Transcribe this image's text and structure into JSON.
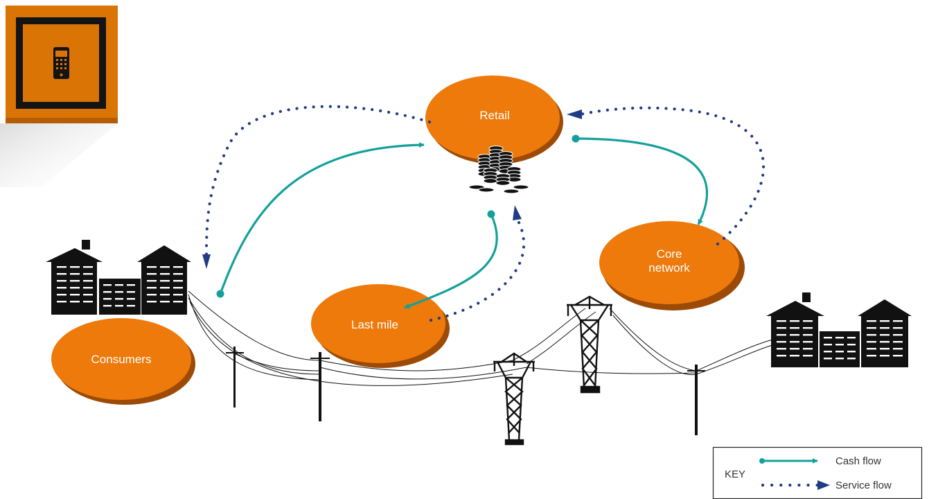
{
  "nodes": {
    "retail": "Retail",
    "core_network_line1": "Core",
    "core_network_line2": "network",
    "last_mile": "Last mile",
    "consumers": "Consumers"
  },
  "key": {
    "title": "KEY",
    "cash_flow": "Cash flow",
    "service_flow": "Service flow"
  },
  "colors": {
    "node_fill": "#ED7A0B",
    "node_shadow": "#9C4A06",
    "cash_flow": "#14A09A",
    "service_flow": "#1F3C84",
    "icon_tile": "#DA7405"
  },
  "icons": [
    "mobile-phone-icon",
    "coins-icon",
    "building-icon",
    "pylon-icon",
    "utility-pole-icon"
  ]
}
